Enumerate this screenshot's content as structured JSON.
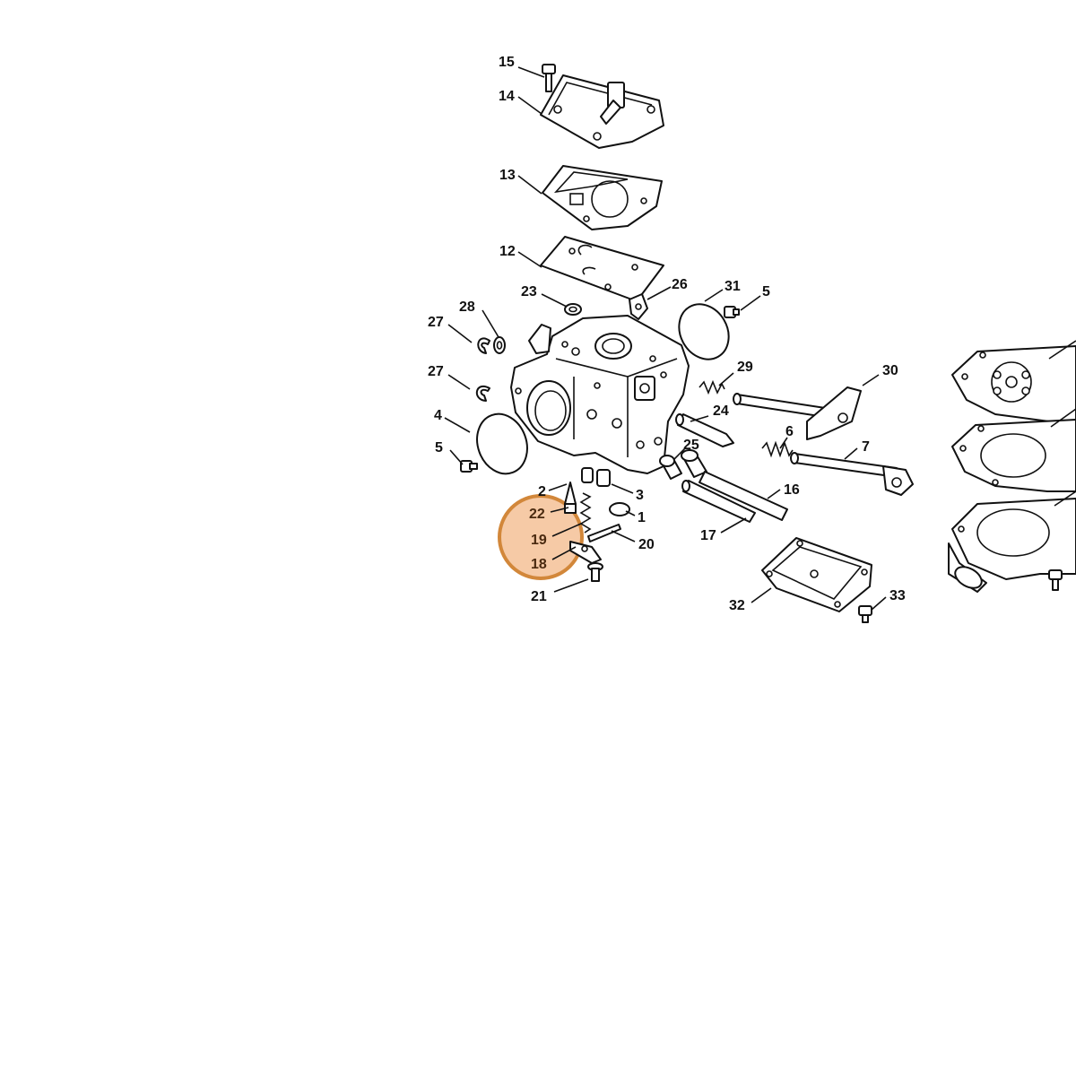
{
  "highlight": {
    "fill": "#f6caa6",
    "stroke": "#d2873a"
  },
  "labels": {
    "l15": "15",
    "l14": "14",
    "l13": "13",
    "l12": "12",
    "l23": "23",
    "l26": "26",
    "l31": "31",
    "l5a": "5",
    "l28": "28",
    "l27a": "27",
    "l27b": "27",
    "l29": "29",
    "l30": "30",
    "l24": "24",
    "l4": "4",
    "l6": "6",
    "l5b": "5",
    "l7": "7",
    "l25": "25",
    "l2": "2",
    "l3": "3",
    "l16": "16",
    "l22": "22",
    "l1": "1",
    "l19": "19",
    "l20": "20",
    "l17": "17",
    "l18": "18",
    "l21": "21",
    "l32": "32",
    "l33": "33"
  }
}
